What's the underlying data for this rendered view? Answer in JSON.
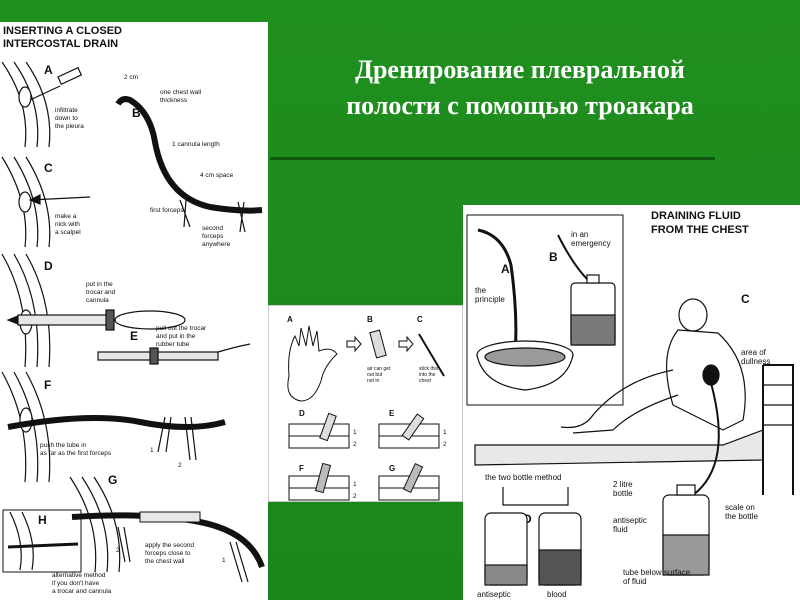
{
  "slide": {
    "title_line1": "Дренирование плевральной",
    "title_line2": "полости с помощью троакара"
  },
  "left_panel": {
    "header_line1": "INSERTING A CLOSED",
    "header_line2": "INTERCOSTAL DRAIN",
    "steps": [
      {
        "letter": "A",
        "caption_lines": [
          "infiltrate",
          "down to",
          "the pleura"
        ]
      },
      {
        "letter": "B",
        "caption_lines": []
      },
      {
        "letter": "C",
        "caption_lines": [
          "make a",
          "nick with",
          "a scalpel"
        ]
      },
      {
        "letter": "D",
        "caption_lines": [
          "put in the",
          "trocar and",
          "cannula"
        ]
      },
      {
        "letter": "E",
        "caption_lines": [
          "pull out the trocar",
          "and put in the",
          "rubber tube"
        ]
      },
      {
        "letter": "F",
        "caption_lines": [
          "push the tube in",
          "as far as the first forceps"
        ]
      },
      {
        "letter": "G",
        "caption_lines": [
          "apply the second",
          "forceps close to",
          "the chest wall"
        ]
      },
      {
        "letter": "H",
        "caption_lines": [
          "alternative method",
          "if you don't have",
          "a trocar and cannula"
        ]
      }
    ],
    "b_labels": {
      "cm2": "2 cm",
      "wall_line1": "one chest wall",
      "wall_line2": "thickness",
      "cannula": "1 cannula length",
      "space": "4 cm space",
      "first_forceps": "first forceps",
      "second_line1": "second",
      "second_line2": "forceps",
      "second_line3": "anywhere"
    },
    "numbers": {
      "one": "1",
      "two": "2"
    }
  },
  "mid_panel": {
    "letters": [
      "A",
      "B",
      "C",
      "D",
      "E",
      "F",
      "G"
    ],
    "caption_b": [
      "air can get",
      "out but",
      "not in"
    ],
    "caption_c": [
      "stick this",
      "into the",
      "chest"
    ],
    "numbers": {
      "one": "1",
      "two": "2"
    }
  },
  "right_panel": {
    "header_line1": "DRAINING FLUID",
    "header_line2": "FROM THE CHEST",
    "label_a": "A",
    "label_b": "B",
    "label_c": "C",
    "label_d": "D",
    "principle_line1": "the",
    "principle_line2": "principle",
    "emergency_line1": "in an",
    "emergency_line2": "emergency",
    "dullness_line1": "area of",
    "dullness_line2": "dullness",
    "two_bottle": "the two bottle method",
    "litre_line1": "2 litre",
    "litre_line2": "bottle",
    "antiseptic_line1": "antiseptic",
    "antiseptic_line2": "fluid",
    "scale_line1": "scale on",
    "scale_line2": "the bottle",
    "tube_line1": "tube below surface",
    "tube_line2": "of fluid",
    "bottom_antiseptic": "antiseptic",
    "bottom_blood": "blood"
  }
}
